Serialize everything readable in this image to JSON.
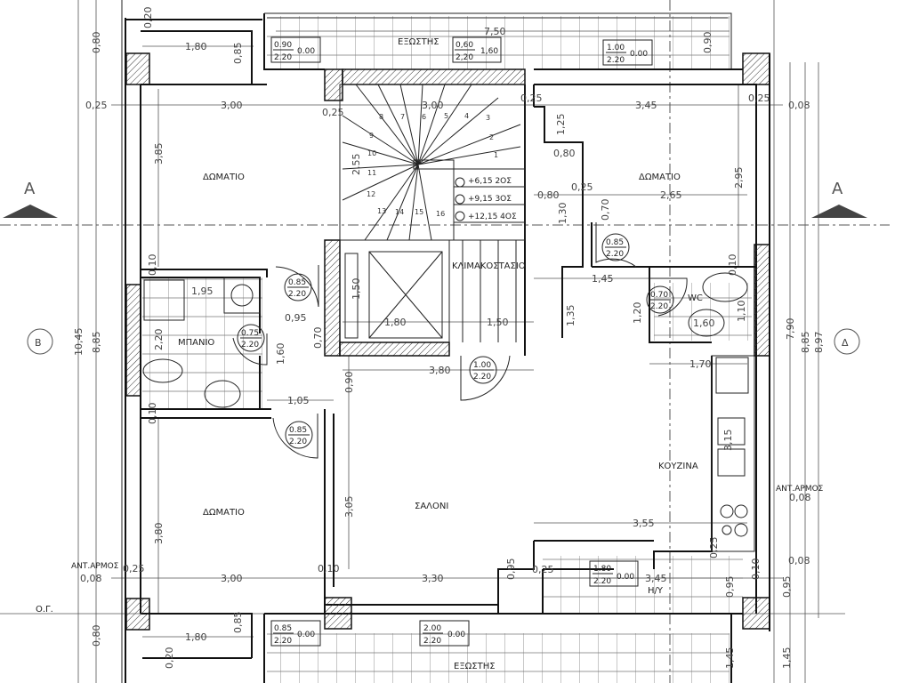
{
  "rooms": {
    "room_top_left": "ΔΩΜΑΤΙΟ",
    "room_top_right": "ΔΩΜΑΤΙΟ",
    "room_bottom_left": "ΔΩΜΑΤΙΟ",
    "bath": "ΜΠΑΝΙΟ",
    "stairwell": "ΚΛΙΜΑΚΟΣΤΑΣΙΟ",
    "wc": "WC",
    "living": "ΣΑΛΟΝΙ",
    "kitchen": "ΚΟΥΖΙΝΑ",
    "balcony_top": "ΕΞΩΣΤΗΣ",
    "balcony_bottom": "ΕΞΩΣΤΗΣ",
    "hy": "H/Y"
  },
  "markers": {
    "section_left": "A",
    "section_right": "A",
    "axis_left": "B",
    "axis_right": "Δ",
    "ground_line": "Ο.Γ.",
    "joint_left": "ΑΝΤ.ΑΡΜΟΣ",
    "joint_right": "ΑΝΤ.ΑΡΜΟΣ"
  },
  "elevations": [
    "+6,15  2ΟΣ",
    "+9,15  3ΟΣ",
    "+12,15  4ΟΣ"
  ],
  "stair_steps": [
    "1",
    "2",
    "3",
    "4",
    "5",
    "6",
    "7",
    "8",
    "9",
    "10",
    "11",
    "12",
    "13",
    "14",
    "15",
    "16"
  ],
  "dimensions": [
    "1,80",
    "0,25",
    "3,00",
    "0,25",
    "3,00",
    "0,25",
    "3,45",
    "0,25",
    "0,08",
    "7,50",
    "0,80",
    "0,80",
    "0,25",
    "2,65",
    "1,95",
    "0,95",
    "1,45",
    "1,80",
    "1,50",
    "3,80",
    "1,70",
    "1,05",
    "3,55",
    "0,08",
    "3,00",
    "0,10",
    "3,30",
    "0,25",
    "0,08",
    "0,08",
    "0,25",
    "1,80",
    "3,45",
    "0,80",
    "0,20",
    "0,85",
    "3,85",
    "2,55",
    "1,25",
    "2,95",
    "1,30",
    "0,70",
    "1,50",
    "0,10",
    "2,20",
    "1,60",
    "0,70",
    "1,35",
    "1,20",
    "0,10",
    "1,10",
    "0,90",
    "0,10",
    "3,05",
    "3,80",
    "0,95",
    "3,15",
    "0,25",
    "0,95",
    "0,95",
    "0,85",
    "0,80",
    "0,20",
    "10,45",
    "8,85",
    "7,90",
    "8,85",
    "8,97",
    "1,45",
    "1,45",
    "0,90",
    "0,10",
    "1,60"
  ],
  "openings": [
    {
      "w": "0.90",
      "h": "2.20",
      "sill": "0.00"
    },
    {
      "w": "0,60",
      "h": "2,20",
      "sill": "1,60"
    },
    {
      "w": "1.00",
      "h": "2.20",
      "sill": "0.00"
    },
    {
      "w": "0.85",
      "h": "2.20"
    },
    {
      "w": "0.75",
      "h": "2.20"
    },
    {
      "w": "0.85",
      "h": "2.20"
    },
    {
      "w": "1.00",
      "h": "2.20"
    },
    {
      "w": "0.85",
      "h": "2.20"
    },
    {
      "w": "0.70",
      "h": "2.20"
    },
    {
      "w": "1.80",
      "h": "2.20",
      "sill": "0.00"
    },
    {
      "w": "0.85",
      "h": "2.20",
      "sill": "0.00"
    },
    {
      "w": "2.00",
      "h": "2.20",
      "sill": "0.00"
    }
  ]
}
